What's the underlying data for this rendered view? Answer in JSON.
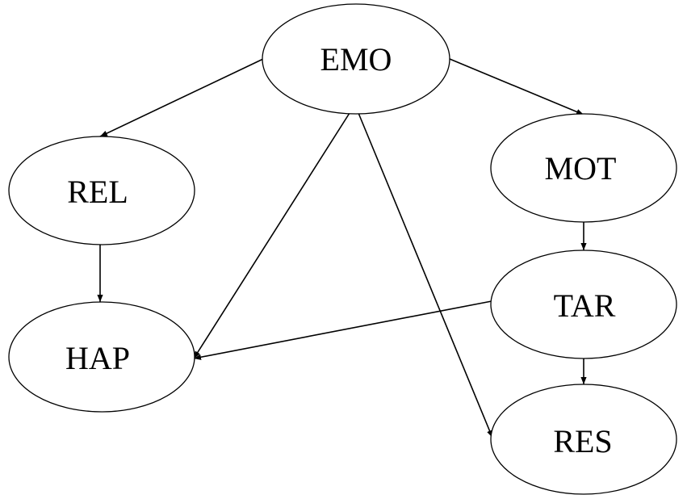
{
  "nodes": [
    {
      "id": "EMO",
      "label": "EMO"
    },
    {
      "id": "REL",
      "label": "REL"
    },
    {
      "id": "MOT",
      "label": "MOT"
    },
    {
      "id": "HAP",
      "label": "HAP"
    },
    {
      "id": "TAR",
      "label": "TAR"
    },
    {
      "id": "RES",
      "label": "RES"
    }
  ],
  "edges": [
    {
      "from": "EMO",
      "to": "REL"
    },
    {
      "from": "EMO",
      "to": "MOT"
    },
    {
      "from": "EMO",
      "to": "HAP"
    },
    {
      "from": "EMO",
      "to": "RES"
    },
    {
      "from": "REL",
      "to": "HAP"
    },
    {
      "from": "MOT",
      "to": "TAR"
    },
    {
      "from": "TAR",
      "to": "HAP"
    },
    {
      "from": "TAR",
      "to": "RES"
    }
  ],
  "colors": {
    "stroke": "#000000",
    "fill": "#ffffff",
    "text": "#000000"
  }
}
